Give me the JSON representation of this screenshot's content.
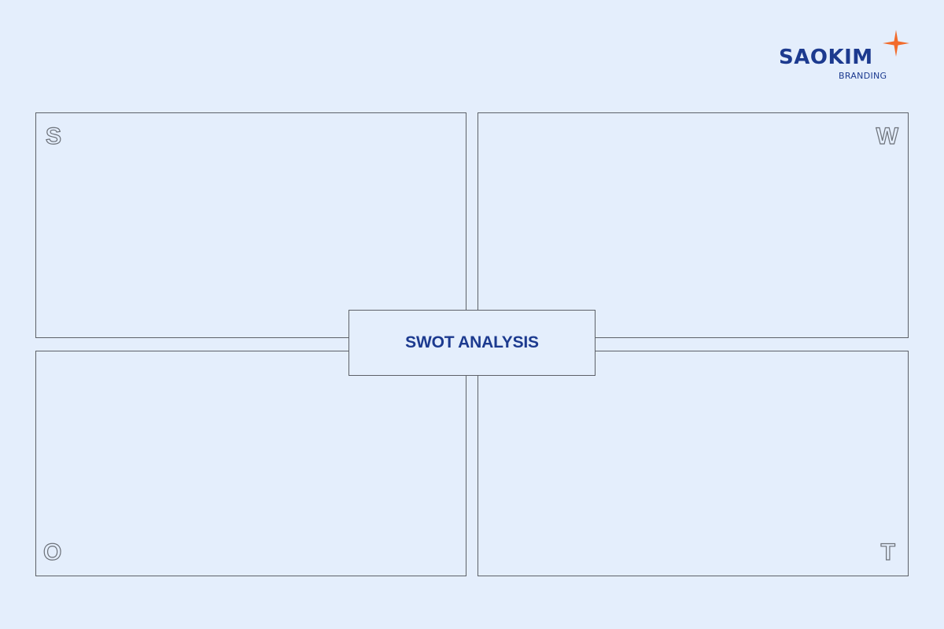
{
  "logo": {
    "name": "SAOKIM",
    "tagline": "BRANDING",
    "word_color": "#1c3a8f",
    "star_color": "#f26b2b",
    "icon": "four-point-star-icon"
  },
  "swot": {
    "title": "SWOT ANALYSIS",
    "title_color": "#1c3a8f",
    "quadrants": [
      {
        "letter": "S"
      },
      {
        "letter": "W"
      },
      {
        "letter": "O"
      },
      {
        "letter": "T"
      }
    ]
  }
}
